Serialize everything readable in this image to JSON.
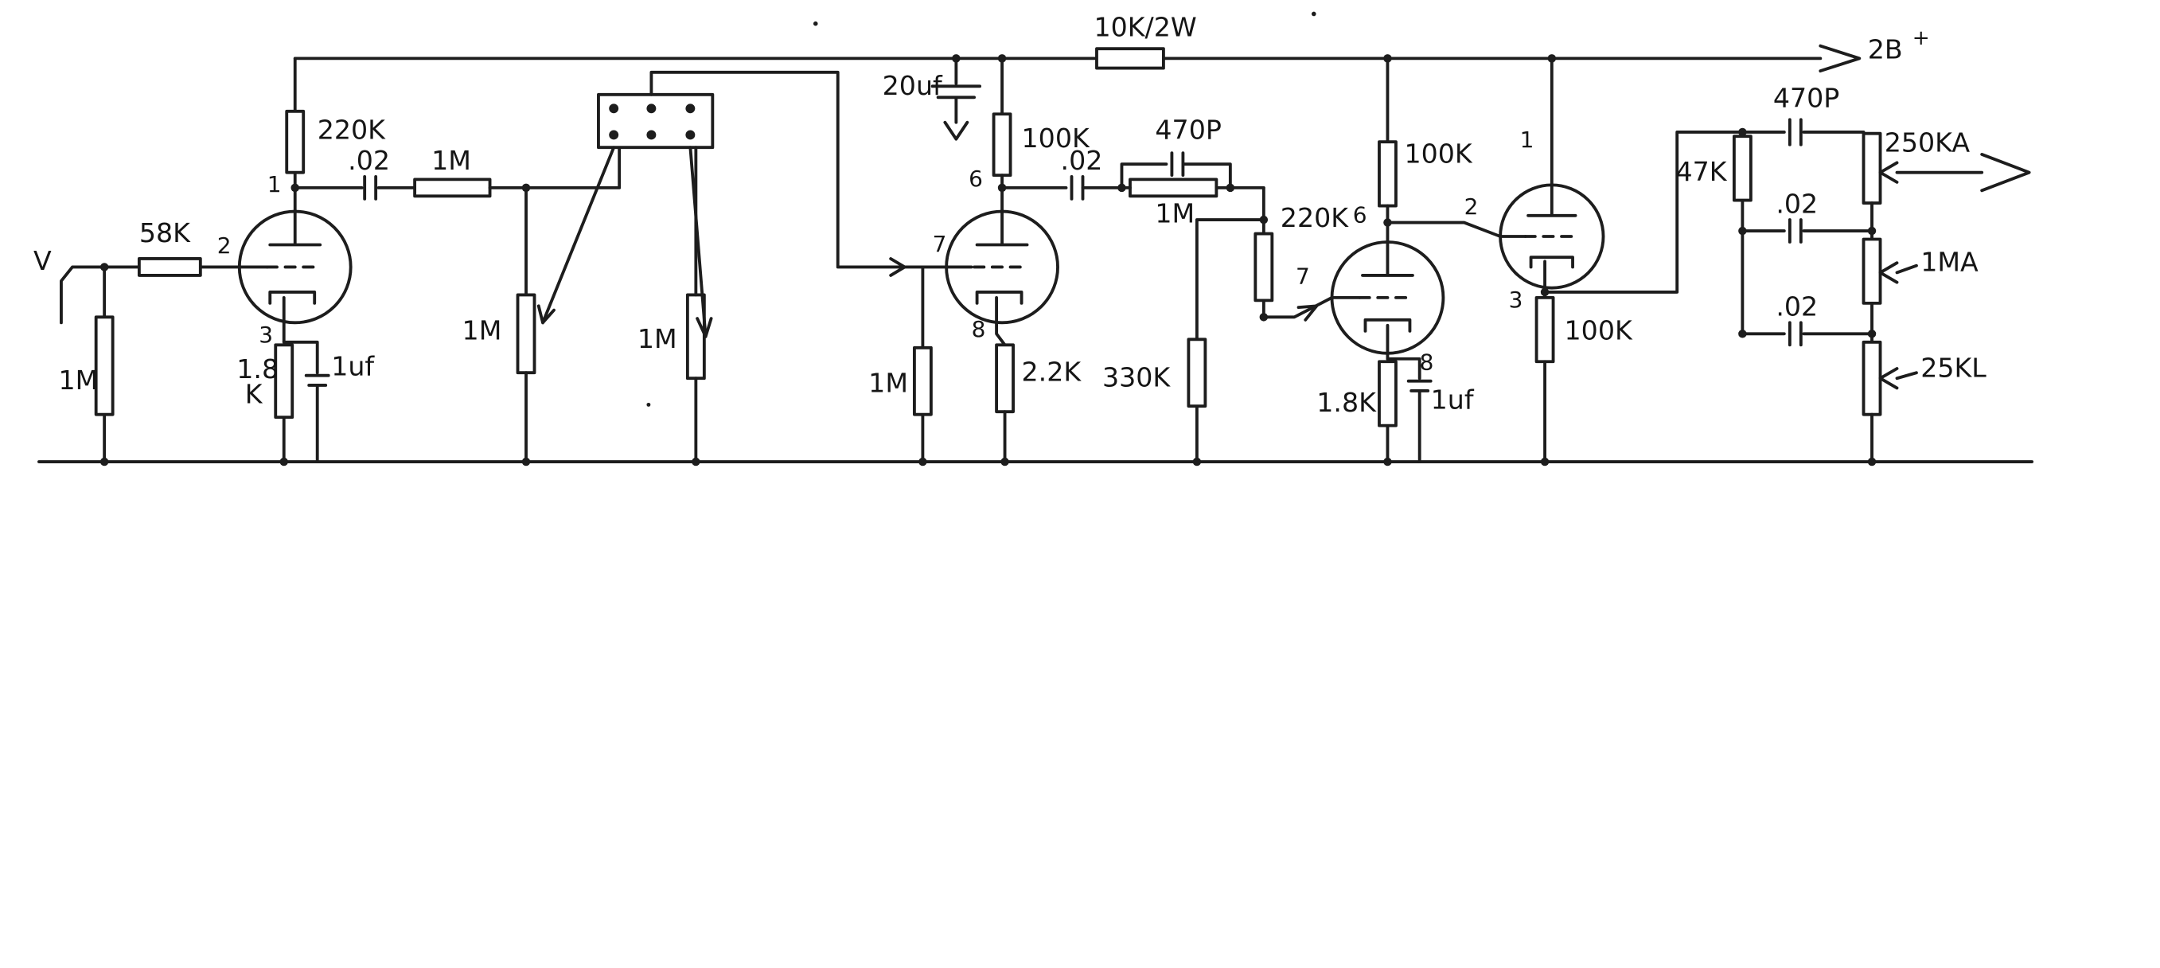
{
  "schematic": {
    "supply": {
      "b_plus": "2B",
      "b_plus_sign": "+",
      "dropping_resistor": "10K/2W",
      "filter_cap": "20uf"
    },
    "stage1": {
      "input": "V",
      "input_resistor": "1M",
      "grid_resistor": "58K",
      "plate_resistor": "220K",
      "coupling_cap": ".02",
      "series_resistor": "1M",
      "cathode_resistor_value": "1.8",
      "cathode_resistor_unit": "K",
      "cathode_cap": "1uf",
      "pin_plate": "1",
      "pin_grid": "2",
      "pin_cathode": "3"
    },
    "volume_pots": {
      "pot1": "1M",
      "pot2": "1M"
    },
    "stage2": {
      "plate_resistor": "100K",
      "coupling_cap": ".02",
      "parallel_cap": "470P",
      "parallel_resistor": "1M",
      "grid_resistor": "1M",
      "cathode_resistor": "2.2K",
      "divider_resistor": "330K",
      "series_resistor": "220K",
      "pin_plate": "6",
      "pin_grid": "7",
      "pin_cathode": "8"
    },
    "stage3": {
      "plate_resistor": "100K",
      "cathode_resistor": "1.8K",
      "cathode_cap": "1uf",
      "pin_plate": "6",
      "pin_grid": "7",
      "pin_cathode": "8"
    },
    "stage4": {
      "cathode_resistor": "100K",
      "pin_plate": "1",
      "pin_grid": "2",
      "pin_cathode": "3"
    },
    "tone_stack": {
      "series_resistor": "47K",
      "treble_cap": "470P",
      "volume_pot": "250KA",
      "mid_cap": ".02",
      "treble_pot": "1MA",
      "bass_cap": ".02",
      "bass_pot": "25KL"
    }
  }
}
